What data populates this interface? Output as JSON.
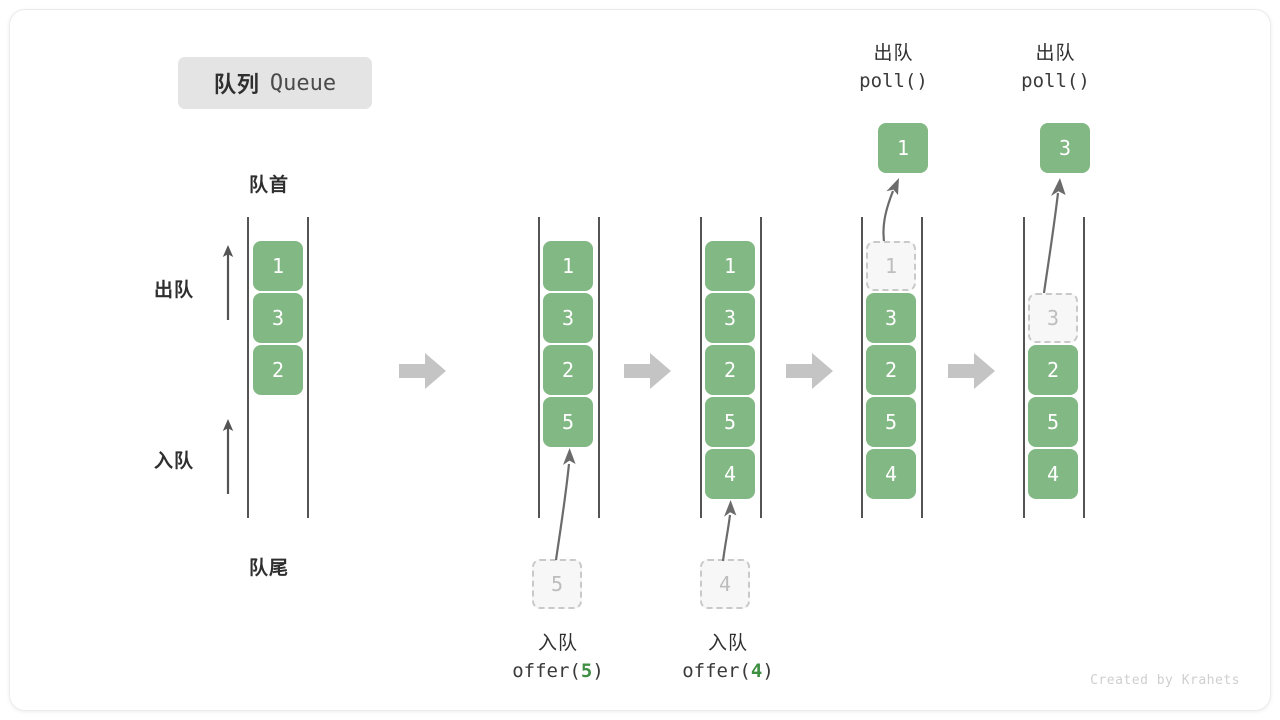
{
  "title": {
    "cn": "队列",
    "en": "Queue"
  },
  "labels": {
    "head": "队首",
    "tail": "队尾",
    "dequeue": "出队",
    "enqueue": "入队"
  },
  "watermark": "Created by Krahets",
  "colors": {
    "box_fill": "#82b884",
    "box_text": "#ffffff",
    "ghost_fill": "#f7f7f7",
    "ghost_border": "#c9c9c9",
    "ghost_text": "#bdbdbd",
    "rail": "#545454",
    "step_arrow": "#c4c4c4",
    "curve_arrow": "#6b6b6b",
    "accent_green": "#3f8f43",
    "title_pill_bg": "#e4e4e4",
    "text": "#2f2f2f"
  },
  "stages": [
    {
      "id": "initial",
      "caption": null,
      "top_caption": null,
      "result_box": null,
      "items": [
        "1",
        "3",
        "2"
      ],
      "ghost_index": null,
      "incoming": null
    },
    {
      "id": "offer-5",
      "caption": {
        "cn": "入队",
        "code_prefix": "offer(",
        "arg": "5",
        "code_suffix": ")"
      },
      "top_caption": null,
      "result_box": null,
      "items": [
        "1",
        "3",
        "2",
        "5"
      ],
      "ghost_index": null,
      "incoming": "5"
    },
    {
      "id": "offer-4",
      "caption": {
        "cn": "入队",
        "code_prefix": "offer(",
        "arg": "4",
        "code_suffix": ")"
      },
      "top_caption": null,
      "result_box": null,
      "items": [
        "1",
        "3",
        "2",
        "5",
        "4"
      ],
      "ghost_index": null,
      "incoming": "4"
    },
    {
      "id": "poll-1",
      "caption": null,
      "top_caption": {
        "cn": "出队",
        "code": "poll()"
      },
      "result_box": "1",
      "items": [
        "1",
        "3",
        "2",
        "5",
        "4"
      ],
      "ghost_index": 0,
      "incoming": null
    },
    {
      "id": "poll-3",
      "caption": null,
      "top_caption": {
        "cn": "出队",
        "code": "poll()"
      },
      "result_box": "3",
      "items": [
        "3",
        "2",
        "5",
        "4"
      ],
      "ghost_index": 0,
      "incoming": null
    }
  ]
}
